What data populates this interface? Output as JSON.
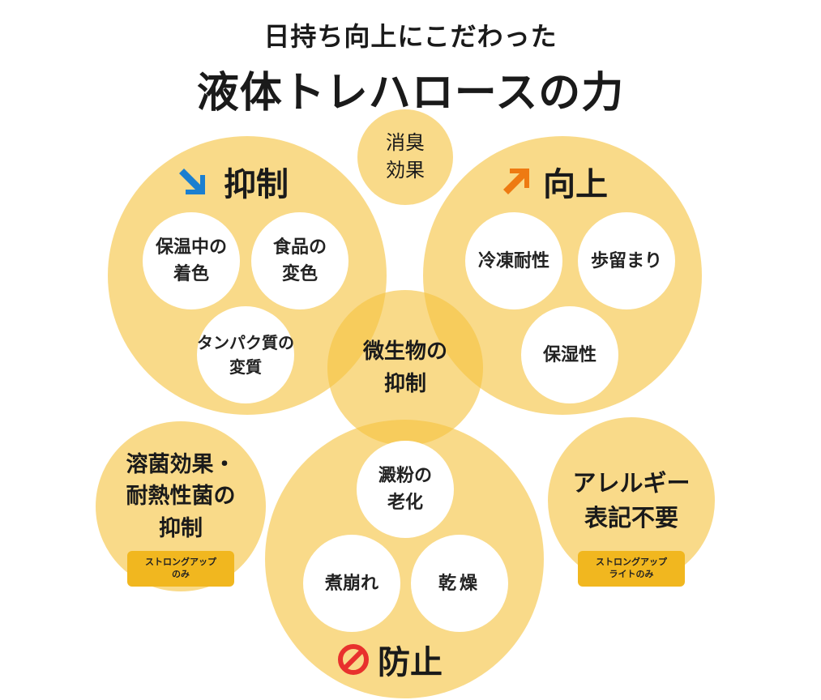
{
  "title": {
    "line1": "日持ち向上にこだわった",
    "line2": "液体トレハロースの力"
  },
  "shoshu": {
    "line1": "消臭",
    "line2": "効果"
  },
  "yokusei": {
    "heading": "抑制",
    "items": [
      {
        "line1": "保温中の",
        "line2": "着色"
      },
      {
        "line1": "食品の",
        "line2": "変色"
      },
      {
        "line1": "タンパク質の",
        "line2": "変質"
      }
    ]
  },
  "koujou": {
    "heading": "向上",
    "items": [
      {
        "line1": "冷凍耐性"
      },
      {
        "line1": "歩留まり"
      },
      {
        "line1": "保湿性"
      }
    ]
  },
  "biseibutsu": {
    "line1": "微生物の",
    "line2": "抑制"
  },
  "youkin": {
    "line1": "溶菌効果・",
    "line2": "耐熱性菌の",
    "line3": "抑制",
    "badge_line1": "ストロングアップ",
    "badge_line2": "のみ"
  },
  "boushi": {
    "heading": "防止",
    "items": [
      {
        "line1": "澱粉の",
        "line2": "老化"
      },
      {
        "line1": "煮崩れ"
      },
      {
        "line1": "乾燥"
      }
    ]
  },
  "allergy": {
    "line1": "アレルギー",
    "line2": "表記不要",
    "badge_line1": "ストロングアップ",
    "badge_line2": "ライトのみ"
  },
  "colors": {
    "circle": "#f6c440",
    "badge": "#f1b71f",
    "arrow_down": "#1b7fd0",
    "arrow_up": "#ee7a12",
    "prohibit": "#e8312d"
  },
  "icons": {
    "yokusei": "arrow-down-right-icon",
    "koujou": "arrow-up-right-icon",
    "boushi": "prohibit-icon"
  }
}
